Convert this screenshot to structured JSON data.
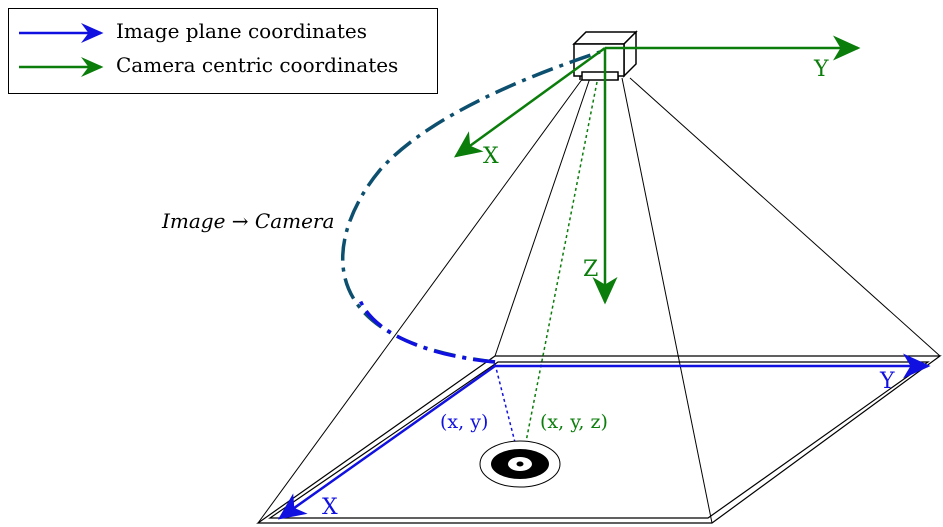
{
  "legend": {
    "image_plane_label": "Image plane coordinates",
    "camera_label": "Camera centric coordinates",
    "image_plane_color": "#1010e0",
    "camera_color": "#0a7d0a"
  },
  "camera_axes": {
    "x": "X",
    "y": "Y",
    "z": "Z"
  },
  "image_axes": {
    "x": "X",
    "y": "Y"
  },
  "transform_label": "Image → Camera",
  "point_image": "(x, y)",
  "point_camera": "(x, y, z)",
  "colors": {
    "blue": "#1010e0",
    "green": "#0a7d0a",
    "dark_teal": "#0d4f6e"
  }
}
